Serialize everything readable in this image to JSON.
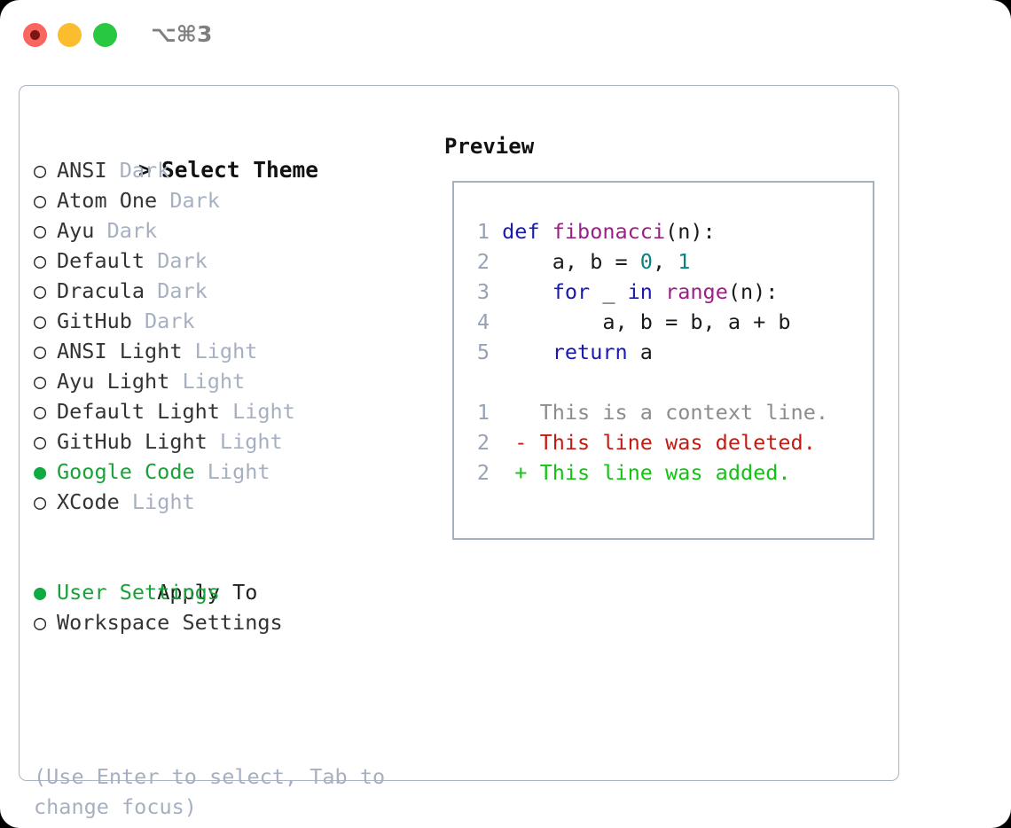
{
  "titlebar": {
    "shortcut": "⌥⌘3",
    "buttons": {
      "close": "close-button",
      "minimize": "minimize-button",
      "maximize": "maximize-button"
    }
  },
  "theme_picker": {
    "header_prefix": ">",
    "header": "Select Theme",
    "bullet_unselected": "○",
    "bullet_selected": "●",
    "items": [
      {
        "name": "ANSI",
        "category": "Dark",
        "selected": false
      },
      {
        "name": "Atom One",
        "category": "Dark",
        "selected": false
      },
      {
        "name": "Ayu",
        "category": "Dark",
        "selected": false
      },
      {
        "name": "Default",
        "category": "Dark",
        "selected": false
      },
      {
        "name": "Dracula",
        "category": "Dark",
        "selected": false
      },
      {
        "name": "GitHub",
        "category": "Dark",
        "selected": false
      },
      {
        "name": "ANSI Light",
        "category": "Light",
        "selected": false
      },
      {
        "name": "Ayu Light",
        "category": "Light",
        "selected": false
      },
      {
        "name": "Default Light",
        "category": "Light",
        "selected": false
      },
      {
        "name": "GitHub Light",
        "category": "Light",
        "selected": false
      },
      {
        "name": "Google Code",
        "category": "Light",
        "selected": true
      },
      {
        "name": "XCode",
        "category": "Light",
        "selected": false
      }
    ]
  },
  "apply_to": {
    "heading": "Apply To",
    "items": [
      {
        "name": "User Settings",
        "selected": true
      },
      {
        "name": "Workspace Settings",
        "selected": false
      }
    ]
  },
  "hint": "(Use Enter to select, Tab to change focus)",
  "preview": {
    "title": "Preview",
    "code_lines": [
      {
        "num": "1",
        "tokens": [
          {
            "t": "def",
            "c": "kw"
          },
          {
            "t": " ",
            "c": "txt"
          },
          {
            "t": "fibonacci",
            "c": "fn"
          },
          {
            "t": "(n):",
            "c": "txt"
          }
        ]
      },
      {
        "num": "2",
        "tokens": [
          {
            "t": "    a, b = ",
            "c": "txt"
          },
          {
            "t": "0",
            "c": "num"
          },
          {
            "t": ", ",
            "c": "txt"
          },
          {
            "t": "1",
            "c": "num"
          }
        ]
      },
      {
        "num": "3",
        "tokens": [
          {
            "t": "    ",
            "c": "txt"
          },
          {
            "t": "for",
            "c": "kw"
          },
          {
            "t": " _ ",
            "c": "txt"
          },
          {
            "t": "in",
            "c": "kw"
          },
          {
            "t": " ",
            "c": "txt"
          },
          {
            "t": "range",
            "c": "fn"
          },
          {
            "t": "(n):",
            "c": "txt"
          }
        ]
      },
      {
        "num": "4",
        "tokens": [
          {
            "t": "        a, b = b, a + b",
            "c": "txt"
          }
        ]
      },
      {
        "num": "5",
        "tokens": [
          {
            "t": "    ",
            "c": "txt"
          },
          {
            "t": "return",
            "c": "kw"
          },
          {
            "t": " a",
            "c": "txt"
          }
        ]
      }
    ],
    "diff_lines": [
      {
        "num": "1",
        "marker": " ",
        "text": "This is a context line.",
        "kind": "ctx"
      },
      {
        "num": "2",
        "marker": "-",
        "text": "This line was deleted.",
        "kind": "del"
      },
      {
        "num": "2",
        "marker": "+",
        "text": "This line was added.",
        "kind": "add"
      }
    ]
  },
  "colors": {
    "selected_green": "#1aa13a",
    "muted_gray": "#a6b0c0",
    "border": "#aab4c2",
    "keyword_blue": "#1a1aae",
    "function_magenta": "#9c1f86",
    "number_teal": "#0d8080",
    "diff_deleted": "#c41a12",
    "diff_added": "#12c412",
    "traffic_red": "#f9655f",
    "traffic_yellow": "#fbbd2e",
    "traffic_green": "#28c840"
  }
}
